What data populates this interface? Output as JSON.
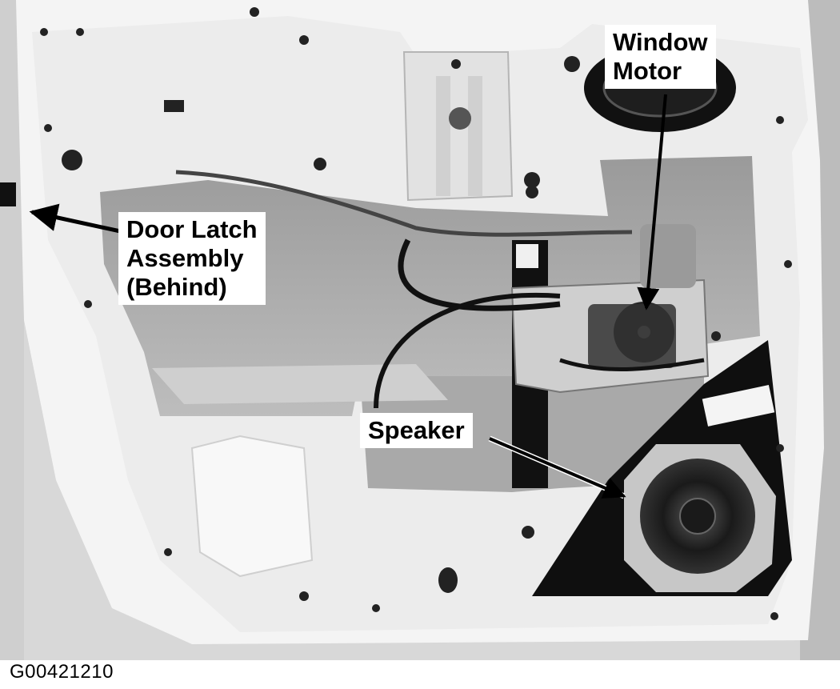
{
  "labels": {
    "window_motor": "Window\nMotor",
    "door_latch": "Door Latch\nAssembly\n(Behind)",
    "speaker": "Speaker"
  },
  "figure_id": "G00421210"
}
